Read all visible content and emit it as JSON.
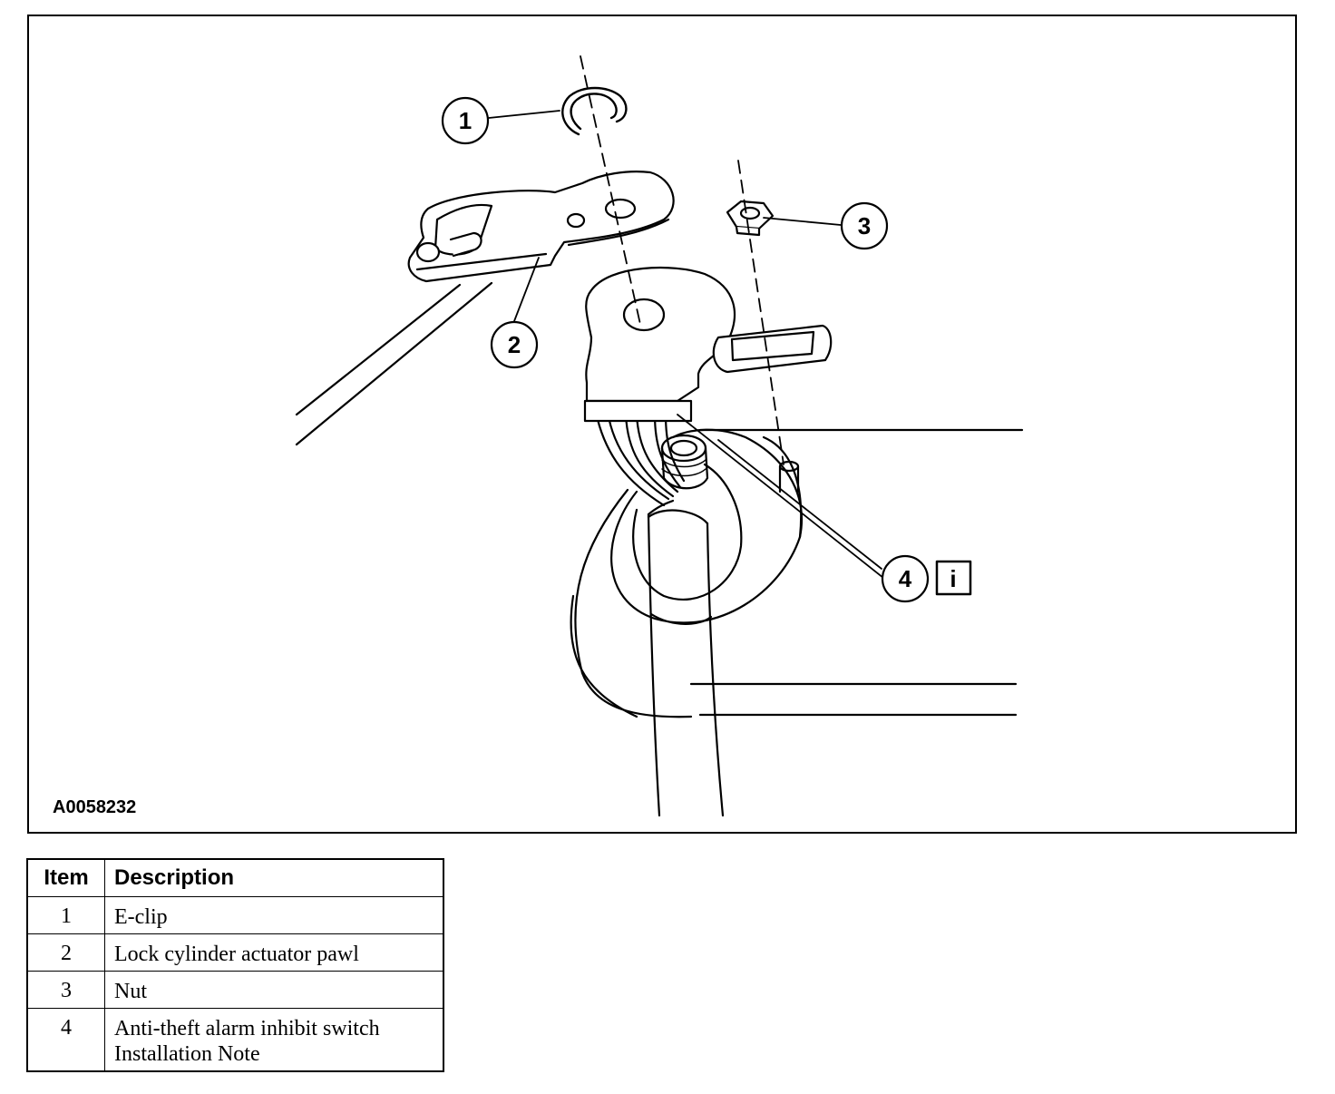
{
  "figure": {
    "figure_id": "A0058232",
    "callouts": [
      "1",
      "2",
      "3",
      "4"
    ],
    "info_icon": "info-box-icon",
    "info_glyph": "i",
    "parts": [
      "e-clip",
      "actuator-pawl",
      "nut",
      "switch",
      "steering-column"
    ]
  },
  "legend": {
    "headers": {
      "item": "Item",
      "description": "Description"
    },
    "rows": [
      {
        "item": "1",
        "lines": [
          "E-clip"
        ]
      },
      {
        "item": "2",
        "lines": [
          "Lock cylinder actuator pawl"
        ]
      },
      {
        "item": "3",
        "lines": [
          "Nut"
        ]
      },
      {
        "item": "4",
        "lines": [
          "Anti-theft alarm inhibit switch",
          "Installation Note"
        ]
      }
    ]
  }
}
